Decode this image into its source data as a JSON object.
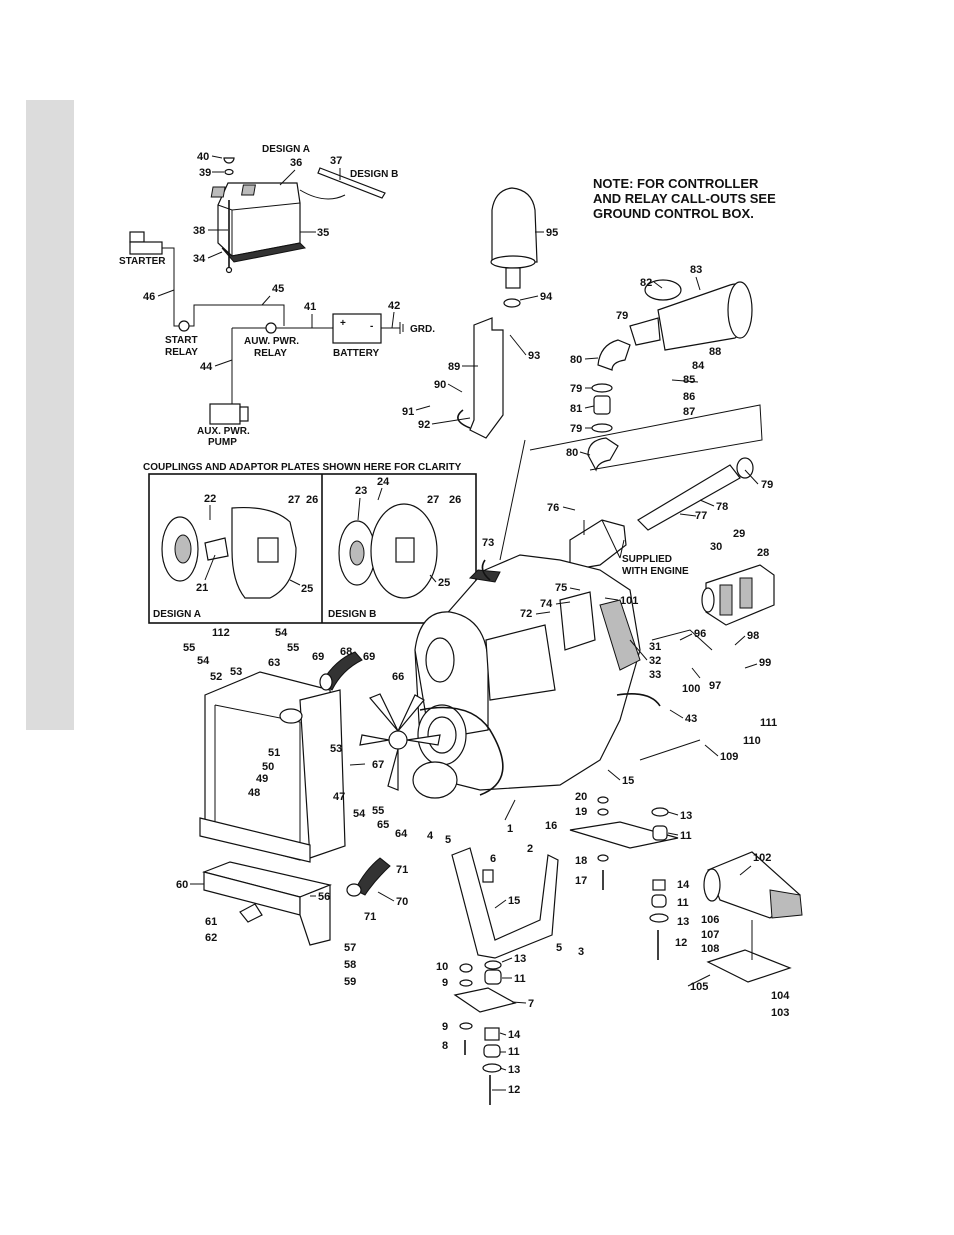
{
  "note": [
    "NOTE: FOR CONTROLLER",
    "AND RELAY CALL-OUTS SEE",
    "GROUND CONTROL BOX."
  ],
  "captions": {
    "design_a_top": "DESIGN A",
    "design_b_top": "DESIGN B",
    "starter": "STARTER",
    "start_relay": [
      "START",
      "RELAY"
    ],
    "aux_relay": [
      "AUW. PWR.",
      "RELAY"
    ],
    "battery": "BATTERY",
    "grd": "GRD.",
    "aux_pump": [
      "AUX. PWR.",
      "PUMP"
    ],
    "couplings_title": "COUPLINGS AND ADAPTOR PLATES SHOWN HERE FOR CLARITY",
    "design_a_box": "DESIGN A",
    "design_b_box": "DESIGN B",
    "supplied": [
      "SUPPLIED",
      "WITH ENGINE"
    ]
  },
  "callouts": [
    {
      "id": "c40",
      "text": "40"
    },
    {
      "id": "c39",
      "text": "39"
    },
    {
      "id": "c36",
      "text": "36"
    },
    {
      "id": "c37",
      "text": "37"
    },
    {
      "id": "c38",
      "text": "38"
    },
    {
      "id": "c35",
      "text": "35"
    },
    {
      "id": "c34",
      "text": "34"
    },
    {
      "id": "c46",
      "text": "46"
    },
    {
      "id": "c45",
      "text": "45"
    },
    {
      "id": "c41",
      "text": "41"
    },
    {
      "id": "c42",
      "text": "42"
    },
    {
      "id": "c44",
      "text": "44"
    },
    {
      "id": "c95",
      "text": "95"
    },
    {
      "id": "c94",
      "text": "94"
    },
    {
      "id": "c93",
      "text": "93"
    },
    {
      "id": "c89",
      "text": "89"
    },
    {
      "id": "c90",
      "text": "90"
    },
    {
      "id": "c91",
      "text": "91"
    },
    {
      "id": "c92",
      "text": "92"
    },
    {
      "id": "c82",
      "text": "82"
    },
    {
      "id": "c83",
      "text": "83"
    },
    {
      "id": "c79a",
      "text": "79"
    },
    {
      "id": "c80a",
      "text": "80"
    },
    {
      "id": "c88",
      "text": "88"
    },
    {
      "id": "c84",
      "text": "84"
    },
    {
      "id": "c85",
      "text": "85"
    },
    {
      "id": "c79b",
      "text": "79"
    },
    {
      "id": "c86",
      "text": "86"
    },
    {
      "id": "c81",
      "text": "81"
    },
    {
      "id": "c87",
      "text": "87"
    },
    {
      "id": "c79c",
      "text": "79"
    },
    {
      "id": "c80b",
      "text": "80"
    },
    {
      "id": "c79d",
      "text": "79"
    },
    {
      "id": "c22",
      "text": "22"
    },
    {
      "id": "c27a",
      "text": "27"
    },
    {
      "id": "c26a",
      "text": "26"
    },
    {
      "id": "c21",
      "text": "21"
    },
    {
      "id": "c25a",
      "text": "25"
    },
    {
      "id": "c24",
      "text": "24"
    },
    {
      "id": "c23",
      "text": "23"
    },
    {
      "id": "c27b",
      "text": "27"
    },
    {
      "id": "c26b",
      "text": "26"
    },
    {
      "id": "c25b",
      "text": "25"
    },
    {
      "id": "c76",
      "text": "76"
    },
    {
      "id": "c78",
      "text": "78"
    },
    {
      "id": "c77",
      "text": "77"
    },
    {
      "id": "c73",
      "text": "73"
    },
    {
      "id": "c29",
      "text": "29"
    },
    {
      "id": "c30",
      "text": "30"
    },
    {
      "id": "c28",
      "text": "28"
    },
    {
      "id": "c75",
      "text": "75"
    },
    {
      "id": "c74",
      "text": "74"
    },
    {
      "id": "c101",
      "text": "101"
    },
    {
      "id": "c72",
      "text": "72"
    },
    {
      "id": "c31",
      "text": "31"
    },
    {
      "id": "c32",
      "text": "32"
    },
    {
      "id": "c33",
      "text": "33"
    },
    {
      "id": "c96",
      "text": "96"
    },
    {
      "id": "c98",
      "text": "98"
    },
    {
      "id": "c100",
      "text": "100"
    },
    {
      "id": "c97",
      "text": "97"
    },
    {
      "id": "c99",
      "text": "99"
    },
    {
      "id": "c112",
      "text": "112"
    },
    {
      "id": "c54a",
      "text": "54"
    },
    {
      "id": "c55a",
      "text": "55"
    },
    {
      "id": "c55b",
      "text": "55"
    },
    {
      "id": "c54b",
      "text": "54"
    },
    {
      "id": "c53a",
      "text": "53"
    },
    {
      "id": "c63",
      "text": "63"
    },
    {
      "id": "c68",
      "text": "68"
    },
    {
      "id": "c69a",
      "text": "69"
    },
    {
      "id": "c69b",
      "text": "69"
    },
    {
      "id": "c52",
      "text": "52"
    },
    {
      "id": "c66",
      "text": "66"
    },
    {
      "id": "c43",
      "text": "43"
    },
    {
      "id": "c111",
      "text": "111"
    },
    {
      "id": "c110",
      "text": "110"
    },
    {
      "id": "c109",
      "text": "109"
    },
    {
      "id": "c51",
      "text": "51"
    },
    {
      "id": "c53b",
      "text": "53"
    },
    {
      "id": "c50",
      "text": "50"
    },
    {
      "id": "c67",
      "text": "67"
    },
    {
      "id": "c49",
      "text": "49"
    },
    {
      "id": "c15a",
      "text": "15"
    },
    {
      "id": "c48",
      "text": "48"
    },
    {
      "id": "c47",
      "text": "47"
    },
    {
      "id": "c54c",
      "text": "54"
    },
    {
      "id": "c55c",
      "text": "55"
    },
    {
      "id": "c20",
      "text": "20"
    },
    {
      "id": "c19",
      "text": "19"
    },
    {
      "id": "c13a",
      "text": "13"
    },
    {
      "id": "c1",
      "text": "1"
    },
    {
      "id": "c16",
      "text": "16"
    },
    {
      "id": "c11a",
      "text": "11"
    },
    {
      "id": "c65",
      "text": "65"
    },
    {
      "id": "c64",
      "text": "64"
    },
    {
      "id": "c4",
      "text": "4"
    },
    {
      "id": "c5a",
      "text": "5"
    },
    {
      "id": "c2",
      "text": "2"
    },
    {
      "id": "c6",
      "text": "6"
    },
    {
      "id": "c18",
      "text": "18"
    },
    {
      "id": "c102",
      "text": "102"
    },
    {
      "id": "c71a",
      "text": "71"
    },
    {
      "id": "c17",
      "text": "17"
    },
    {
      "id": "c14a",
      "text": "14"
    },
    {
      "id": "c60",
      "text": "60"
    },
    {
      "id": "c56",
      "text": "56"
    },
    {
      "id": "c70",
      "text": "70"
    },
    {
      "id": "c71b",
      "text": "71"
    },
    {
      "id": "c15b",
      "text": "15"
    },
    {
      "id": "c11b",
      "text": "11"
    },
    {
      "id": "c13b",
      "text": "13"
    },
    {
      "id": "c106",
      "text": "106"
    },
    {
      "id": "c61",
      "text": "61"
    },
    {
      "id": "c107",
      "text": "107"
    },
    {
      "id": "c12a",
      "text": "12"
    },
    {
      "id": "c62",
      "text": "62"
    },
    {
      "id": "c5b",
      "text": "5"
    },
    {
      "id": "c3",
      "text": "3"
    },
    {
      "id": "c108",
      "text": "108"
    },
    {
      "id": "c57",
      "text": "57"
    },
    {
      "id": "c13c",
      "text": "13"
    },
    {
      "id": "c58",
      "text": "58"
    },
    {
      "id": "c10",
      "text": "10"
    },
    {
      "id": "c11c",
      "text": "11"
    },
    {
      "id": "c59",
      "text": "59"
    },
    {
      "id": "c9a",
      "text": "9"
    },
    {
      "id": "c105",
      "text": "105"
    },
    {
      "id": "c104",
      "text": "104"
    },
    {
      "id": "c7",
      "text": "7"
    },
    {
      "id": "c103",
      "text": "103"
    },
    {
      "id": "c9b",
      "text": "9"
    },
    {
      "id": "c14b",
      "text": "14"
    },
    {
      "id": "c8",
      "text": "8"
    },
    {
      "id": "c11d",
      "text": "11"
    },
    {
      "id": "c13d",
      "text": "13"
    },
    {
      "id": "c12b",
      "text": "12"
    }
  ]
}
